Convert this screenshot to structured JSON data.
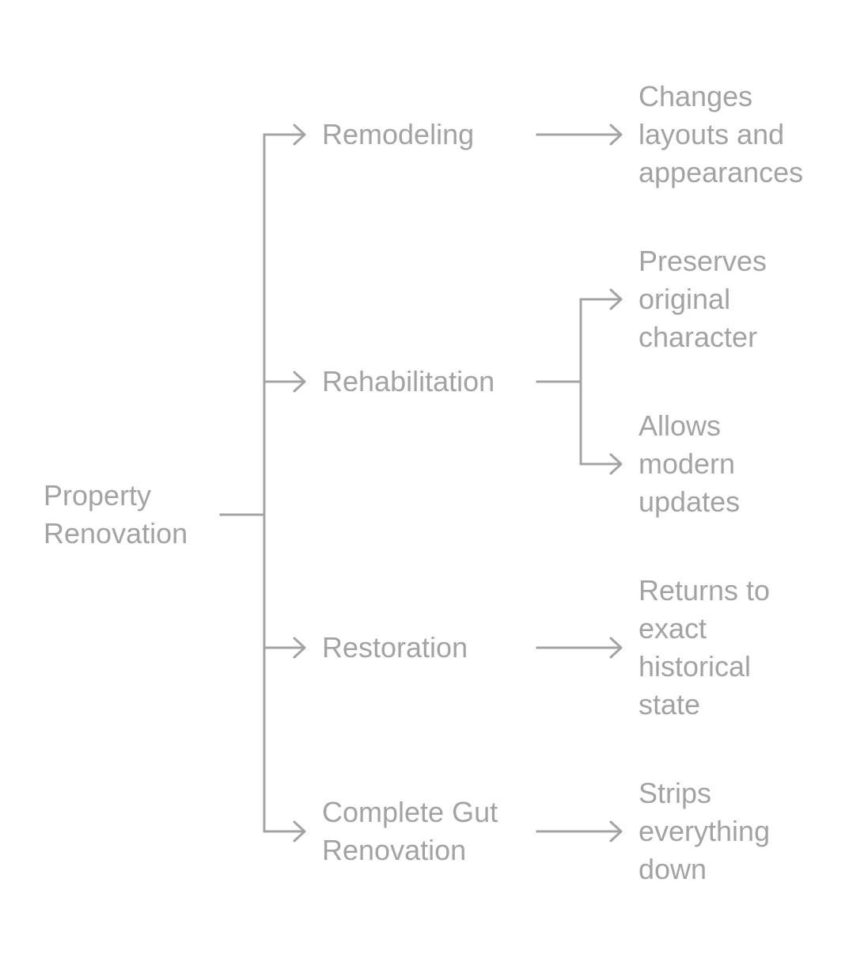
{
  "diagram": {
    "root": {
      "label": "Property\nRenovation"
    },
    "branches": [
      {
        "label": "Remodeling",
        "children": [
          {
            "label": "Changes\nlayouts and\nappearances"
          }
        ]
      },
      {
        "label": "Rehabilitation",
        "children": [
          {
            "label": "Preserves\noriginal\ncharacter"
          },
          {
            "label": "Allows\nmodern\nupdates"
          }
        ]
      },
      {
        "label": "Restoration",
        "children": [
          {
            "label": "Returns to\nexact\nhistorical\nstate"
          }
        ]
      },
      {
        "label": "Complete Gut\nRenovation",
        "children": [
          {
            "label": "Strips\neverything\ndown"
          }
        ]
      }
    ],
    "colors": {
      "line": "#a3a3a3",
      "text": "#a3a3a3",
      "background": "#ffffff"
    }
  }
}
